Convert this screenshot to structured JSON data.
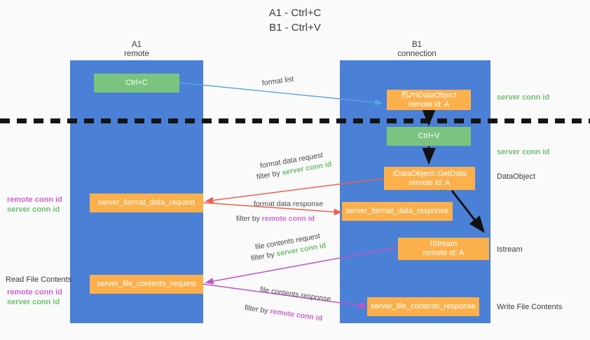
{
  "title": {
    "line1": "A1 - Ctrl+C",
    "line2": "B1 - Ctrl+V"
  },
  "lanes": [
    {
      "id": "a1",
      "name": "A1",
      "role": "remote"
    },
    {
      "id": "b1",
      "name": "B1",
      "role": "connection"
    }
  ],
  "nodes": [
    {
      "id": "ctrl-c",
      "label": "Ctrl+C",
      "lane": "a1",
      "color": "#7ac47f"
    },
    {
      "id": "ole-idataobject-line1",
      "label": "冇⑇rIDataObject",
      "lane": "b1",
      "color": "#fbb04c"
    },
    {
      "id": "ole-idataobject-line2",
      "label": "remote id: A",
      "lane": "b1",
      "color": "#fbb04c"
    },
    {
      "id": "ctrl-v",
      "label": "Ctrl+V",
      "lane": "b1",
      "color": "#7ac47f"
    },
    {
      "id": "getdata-line1",
      "label": "IDataObject::GetData",
      "lane": "b1",
      "color": "#fbb04c"
    },
    {
      "id": "getdata-line2",
      "label": "remote id: A",
      "lane": "b1",
      "color": "#fbb04c"
    },
    {
      "id": "server-format-data-request",
      "label": "server_format_data_request",
      "lane": "a1",
      "color": "#fbb04c"
    },
    {
      "id": "server-format-data-response",
      "label": "server_format_data_response",
      "lane": "b1",
      "color": "#fbb04c"
    },
    {
      "id": "istream-line1",
      "label": "IStream",
      "lane": "b1",
      "color": "#fbb04c"
    },
    {
      "id": "istream-line2",
      "label": "remote id: A",
      "lane": "b1",
      "color": "#fbb04c"
    },
    {
      "id": "server-file-contents-request",
      "label": "server_file_contents_request",
      "lane": "a1",
      "color": "#fbb04c"
    },
    {
      "id": "server-file-contents-response",
      "label": "server_file_contents_response",
      "lane": "b1",
      "color": "#fbb04c"
    }
  ],
  "edges": [
    {
      "id": "format-list",
      "title": "format list",
      "filter_prefix": "",
      "filter_value": "",
      "color": "#5ba3e0"
    },
    {
      "id": "format-data-request",
      "title": "format data request",
      "filter_prefix": "filter by ",
      "filter_value": "server conn id",
      "color": "#e8614d"
    },
    {
      "id": "format-data-response",
      "title": "format data response",
      "filter_prefix": "filter by ",
      "filter_value": "remote conn id",
      "color": "#e8614d"
    },
    {
      "id": "file-contents-request",
      "title": "file contents request",
      "filter_prefix": "filter by ",
      "filter_value": "server conn id",
      "color": "#c452c4"
    },
    {
      "id": "file-contents-response",
      "title": "file contents response",
      "filter_prefix": "filter by ",
      "filter_value": "remote conn id",
      "color": "#c452c4"
    }
  ],
  "right_annotations": [
    {
      "id": "server-conn-id-top",
      "text": "server conn id",
      "style": "green"
    },
    {
      "id": "server-conn-id-mid",
      "text": "server conn id",
      "style": "green"
    },
    {
      "id": "dataobject",
      "text": "DataObject",
      "style": "grey"
    },
    {
      "id": "istream",
      "text": "Istream",
      "style": "grey"
    },
    {
      "id": "write-file-contents",
      "text": "Write File Contents",
      "style": "grey"
    }
  ],
  "left_annotations": [
    {
      "id": "format-remote-conn-id",
      "text": "remote conn id",
      "style": "magenta"
    },
    {
      "id": "format-server-conn-id",
      "text": "server conn id",
      "style": "green"
    },
    {
      "id": "read-file-contents",
      "text": "Read File Contents",
      "style": "grey"
    },
    {
      "id": "file-remote-conn-id",
      "text": "remote conn id",
      "style": "magenta"
    },
    {
      "id": "file-server-conn-id",
      "text": "server conn id",
      "style": "green"
    }
  ],
  "colors": {
    "lane": "#4a80d6",
    "green_node": "#7ac47f",
    "orange_node": "#fbb04c",
    "conn_green": "#6ec06e",
    "conn_magenta": "#cc66cc",
    "arrow_blue": "#5ba3e0",
    "arrow_red": "#e8614d",
    "arrow_magenta": "#c452c4",
    "arrow_black": "#111111",
    "separator": "#141414"
  }
}
